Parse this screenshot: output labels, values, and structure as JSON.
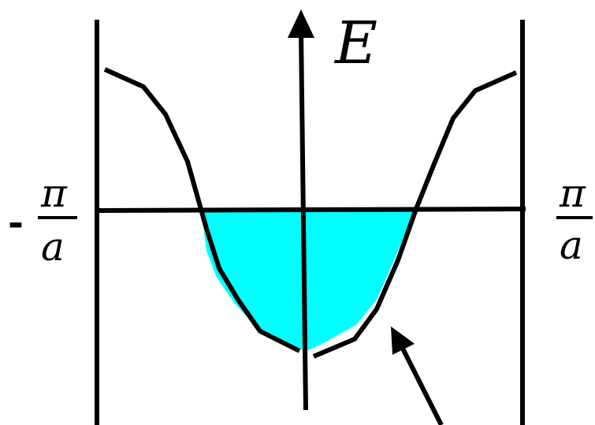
{
  "labels": {
    "energy_axis": "E",
    "left_bound_sign": "-",
    "left_bound_num": "π",
    "left_bound_den": "a",
    "right_bound_num": "π",
    "right_bound_den": "a"
  },
  "colors": {
    "filled_region": "#00ffff",
    "lines": "#000000",
    "background": "#ffffff"
  }
}
